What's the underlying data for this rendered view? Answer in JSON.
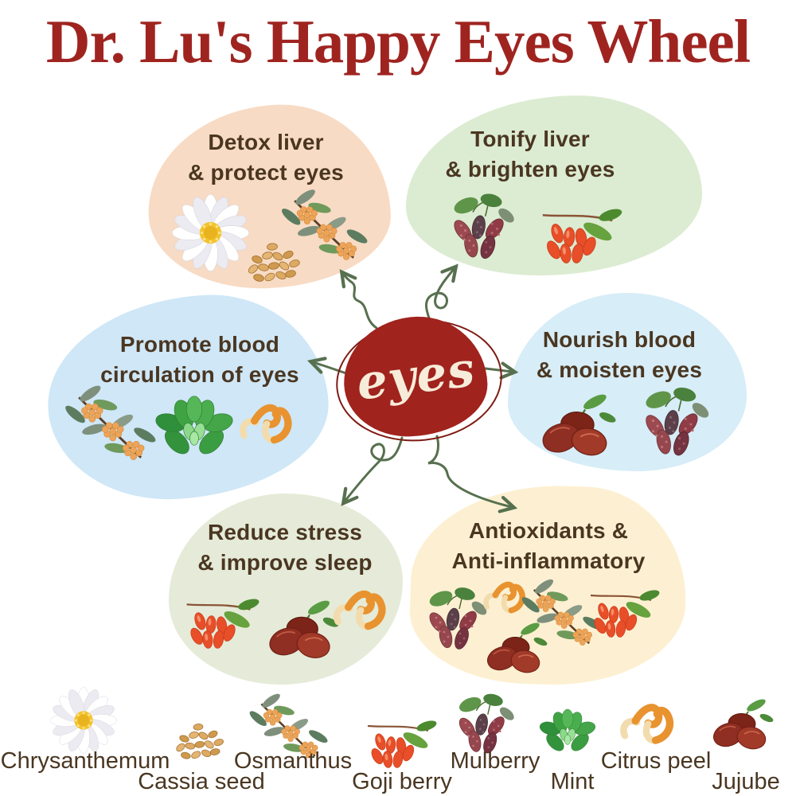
{
  "title": "Dr. Lu's Happy Eyes Wheel",
  "center": {
    "label": "eyes"
  },
  "colors": {
    "title_red": "#9f2420",
    "center_fill": "#a0231d",
    "center_text": "#f7ecd9",
    "center_ring": "#7e1b13",
    "heading_brown": "#4a3621",
    "arrow_green": "#57704f",
    "blob_detox": "#f8dbc4",
    "blob_tonify": "#dcecd2",
    "blob_promote": "#cfe7f7",
    "blob_nourish": "#d7edf7",
    "blob_reduce": "#e5ebd8",
    "blob_antiox": "#fdf0d2"
  },
  "blobs": [
    {
      "name": "detox",
      "line1": "Detox liver",
      "line2": "& protect eyes",
      "icons": [
        "chrysanthemum",
        "cassia-seed",
        "osmanthus"
      ]
    },
    {
      "name": "tonify",
      "line1": "Tonify liver",
      "line2": "& brighten eyes",
      "icons": [
        "mulberry",
        "goji-berry"
      ]
    },
    {
      "name": "promote",
      "line1": "Promote blood",
      "line2": "circulation of eyes",
      "icons": [
        "osmanthus",
        "mint",
        "citrus-peel"
      ]
    },
    {
      "name": "nourish",
      "line1": "Nourish blood",
      "line2": "& moisten eyes",
      "icons": [
        "jujube",
        "mulberry"
      ]
    },
    {
      "name": "reduce",
      "line1": "Reduce stress",
      "line2": "& improve sleep",
      "icons": [
        "goji-berry",
        "jujube",
        "citrus-peel"
      ]
    },
    {
      "name": "antiox",
      "line1": "Antioxidants &",
      "line2": "Anti-inflammatory",
      "icons": [
        "mulberry",
        "citrus-peel",
        "jujube",
        "osmanthus",
        "goji-berry"
      ]
    }
  ],
  "legend": [
    {
      "label": "Chrysanthemum",
      "icon": "chrysanthemum"
    },
    {
      "label": "Cassia seed",
      "icon": "cassia-seed"
    },
    {
      "label": "Osmanthus",
      "icon": "osmanthus"
    },
    {
      "label": "Goji berry",
      "icon": "goji-berry"
    },
    {
      "label": "Mulberry",
      "icon": "mulberry"
    },
    {
      "label": "Mint",
      "icon": "mint"
    },
    {
      "label": "Citrus peel",
      "icon": "citrus-peel"
    },
    {
      "label": "Jujube",
      "icon": "jujube"
    }
  ]
}
